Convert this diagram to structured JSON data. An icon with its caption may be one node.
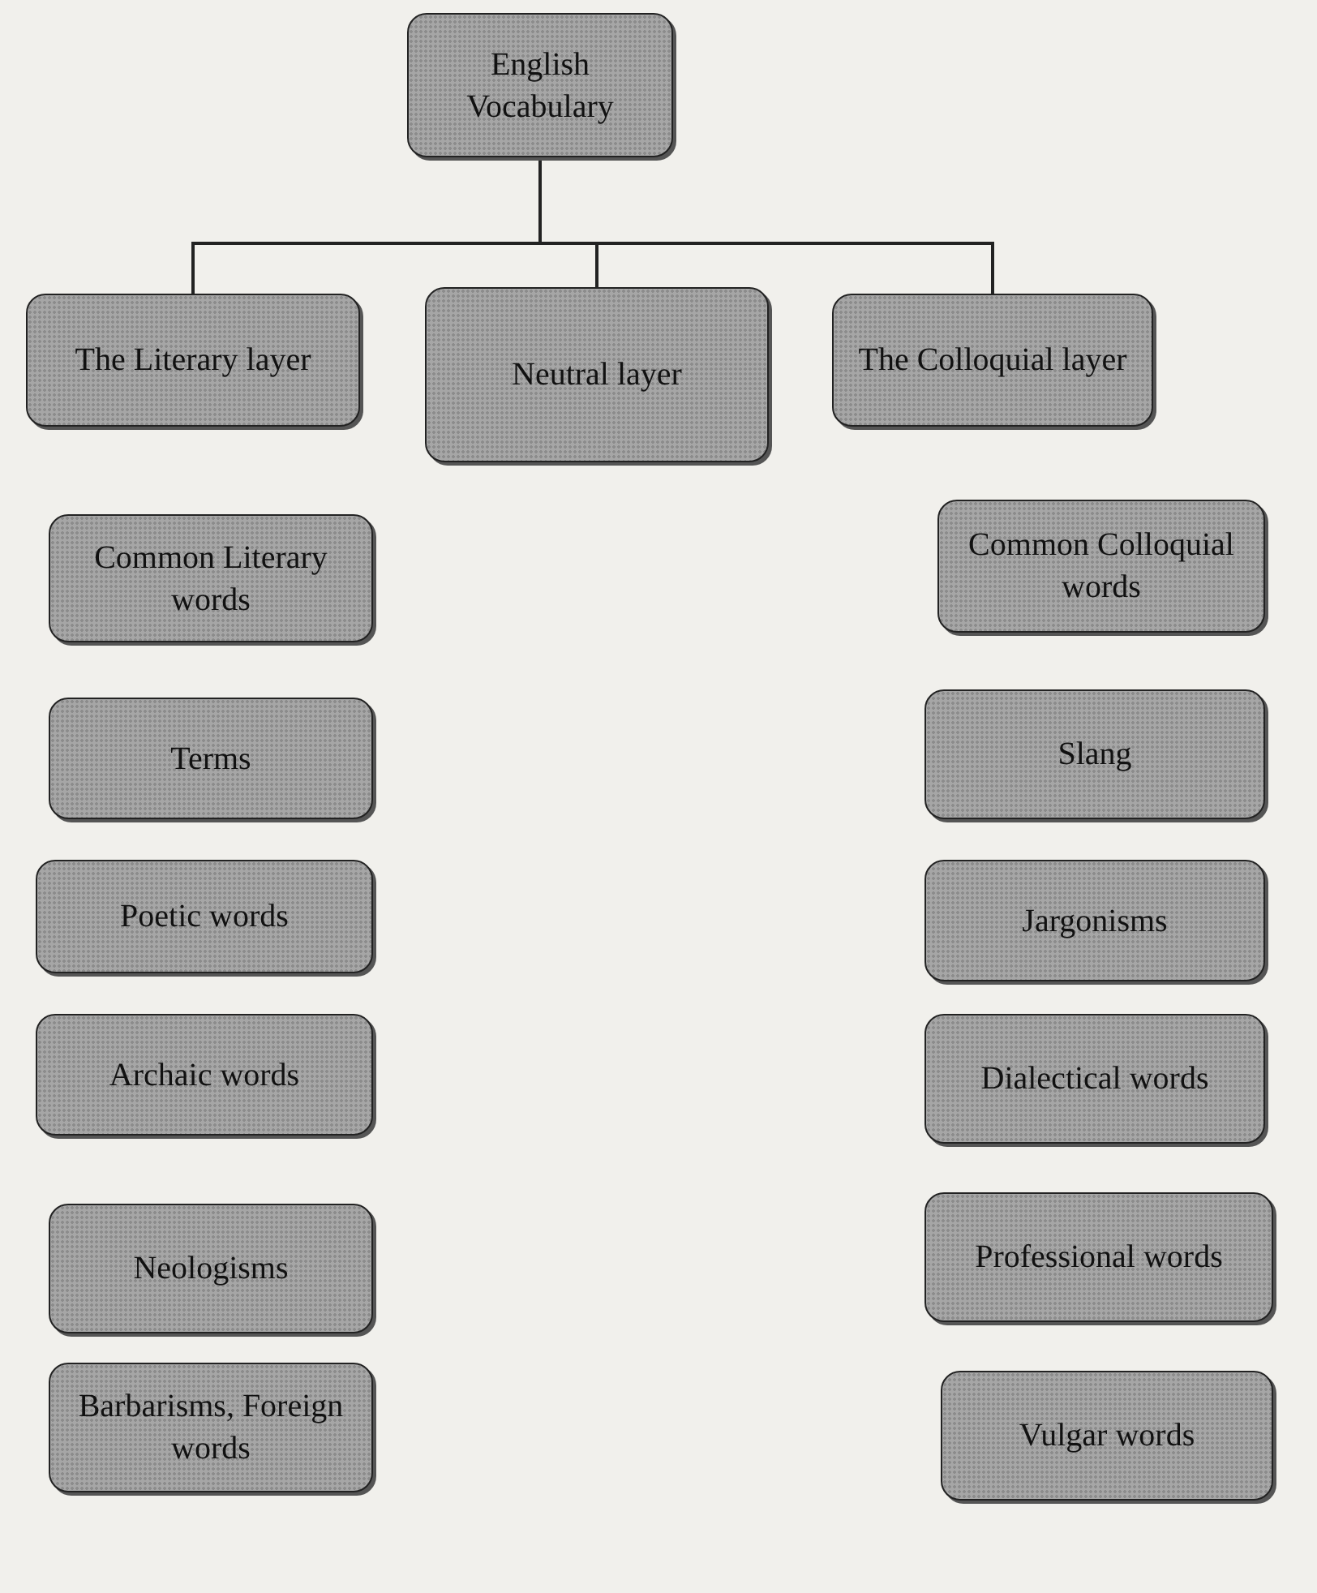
{
  "diagram": {
    "nodes": [
      {
        "text": [
          "English Vocabulary"
        ]
      },
      {
        "text": [
          "The Literary layer"
        ]
      },
      {
        "text": [
          "Neutral layer"
        ]
      },
      {
        "text": [
          "The Colloquial layer"
        ]
      },
      {
        "text": [
          "Common Literary words"
        ]
      },
      {
        "text": [
          "Terms"
        ]
      },
      {
        "text": [
          "Poetic words"
        ]
      },
      {
        "text": [
          "Archaic words"
        ]
      },
      {
        "text": [
          "Neologisms"
        ]
      },
      {
        "text": [
          "Barbarisms, Foreign words"
        ]
      },
      {
        "text": [
          "Common Colloquial words"
        ]
      },
      {
        "text": [
          "Slang"
        ]
      },
      {
        "text": [
          "Jargonisms"
        ]
      },
      {
        "text": [
          "Dialectical words"
        ]
      },
      {
        "text": [
          "Professional words"
        ]
      },
      {
        "text": [
          "Vulgar words"
        ]
      }
    ],
    "edges": [
      {
        "from": 0,
        "to": 1,
        "arrow": "none"
      },
      {
        "from": 0,
        "to": 2,
        "arrow": "none"
      },
      {
        "from": 0,
        "to": 3,
        "arrow": "none"
      }
    ]
  }
}
